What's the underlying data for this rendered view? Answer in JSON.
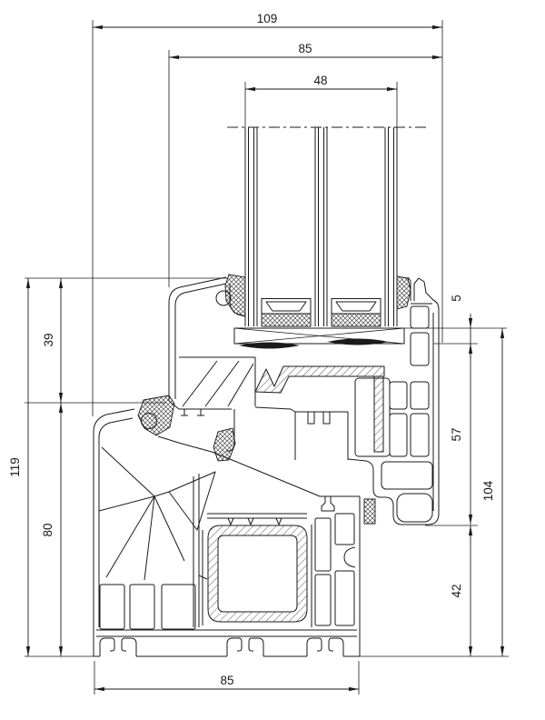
{
  "drawing": {
    "kind": "window-profile-cross-section",
    "colors": {
      "line": "#1a1a1a",
      "background": "#ffffff"
    },
    "dims": {
      "top": [
        {
          "label": "109"
        },
        {
          "label": "85"
        },
        {
          "label": "48"
        }
      ],
      "left": [
        {
          "label": "119"
        },
        {
          "label": "39"
        },
        {
          "label": "80"
        }
      ],
      "right": [
        {
          "label": "5"
        },
        {
          "label": "57"
        },
        {
          "label": "104"
        },
        {
          "label": "42"
        }
      ],
      "bottom": [
        {
          "label": "85"
        }
      ]
    }
  }
}
